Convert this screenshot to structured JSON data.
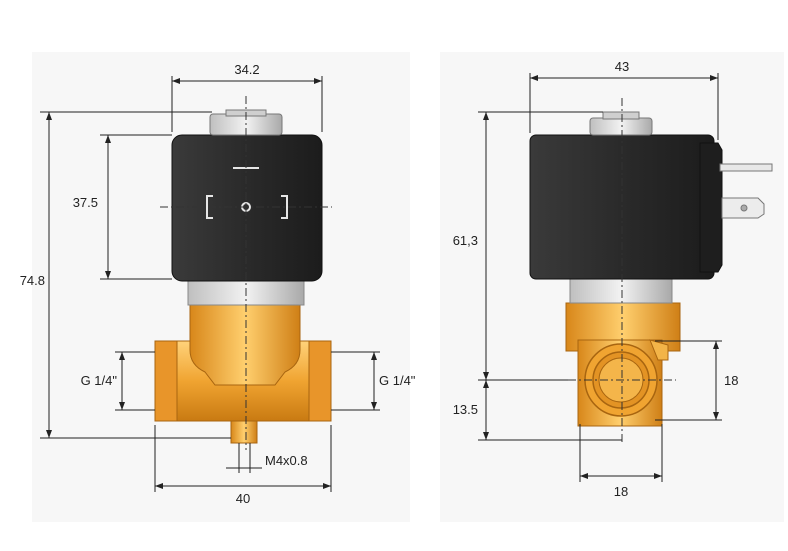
{
  "views": {
    "front": {
      "width_top": "34.2",
      "coil_height": "37.5",
      "total_height": "74.8",
      "port_left": "G 1/4\"",
      "port_right": "G 1/4\"",
      "thread": "M4x0.8",
      "body_width": "40"
    },
    "side": {
      "width_top": "43",
      "height_upper": "61,3",
      "height_lower": "13.5",
      "port_height": "18",
      "port_width": "18"
    }
  },
  "colors": {
    "coil": "#2e2e2e",
    "brass": "#f0a431",
    "brass_dark": "#c97a12",
    "steel": "#d7d7d7",
    "panel": "#f6f6f6"
  }
}
